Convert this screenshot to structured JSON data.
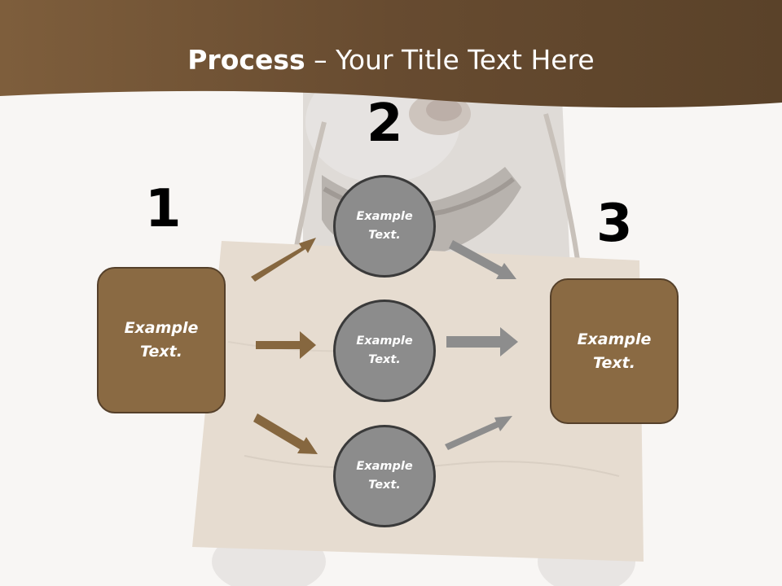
{
  "title": {
    "bold": "Process",
    "rest": " – Your Title Text Here"
  },
  "colors": {
    "header": "#6b5034",
    "box_fill": "#8a6a43",
    "circle_fill": "#8c8c8c",
    "arrow_brown": "#86673f",
    "arrow_gray": "#8d8d8d"
  },
  "steps": {
    "one": {
      "number": "1",
      "line1": "Example",
      "line2": "Text."
    },
    "two": {
      "number": "2"
    },
    "three": {
      "number": "3",
      "line1": "Example",
      "line2": "Text."
    }
  },
  "circles": [
    {
      "line1": "Example",
      "line2": "Text."
    },
    {
      "line1": "Example",
      "line2": "Text."
    },
    {
      "line1": "Example",
      "line2": "Text."
    }
  ]
}
